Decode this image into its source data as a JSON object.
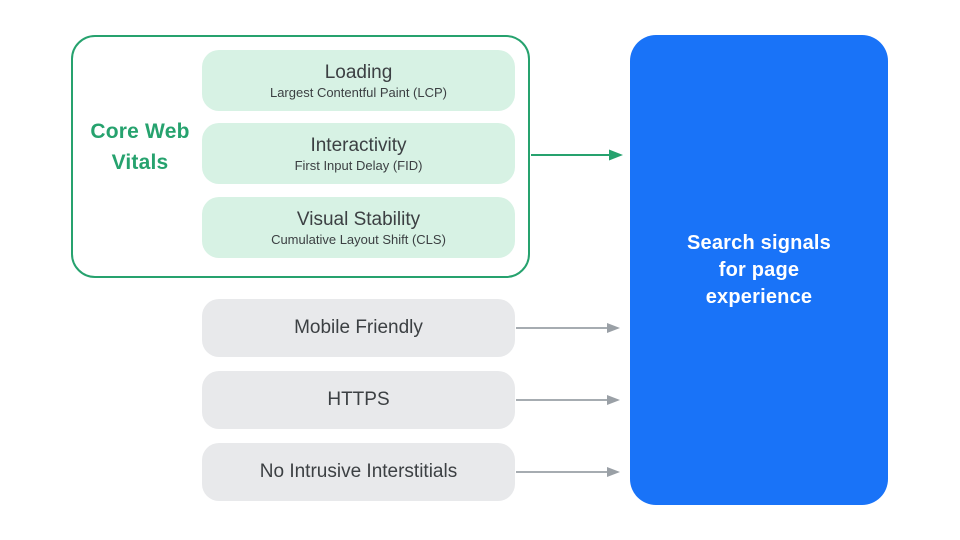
{
  "theme": {
    "green": "#26a26e",
    "green_light": "#d7f2e4",
    "blue": "#1973f8",
    "gray_box": "#e8e9eb",
    "gray_arrow": "#9aa0a6",
    "text_dark": "#3c4043",
    "text_on_blue": "#ffffff"
  },
  "core_web_vitals": {
    "label": "Core Web Vitals",
    "items": [
      {
        "title": "Loading",
        "subtitle": "Largest Contentful Paint (LCP)"
      },
      {
        "title": "Interactivity",
        "subtitle": "First Input Delay (FID)"
      },
      {
        "title": "Visual Stability",
        "subtitle": "Cumulative Layout Shift (CLS)"
      }
    ]
  },
  "other_signals": [
    {
      "label": "Mobile Friendly"
    },
    {
      "label": "HTTPS"
    },
    {
      "label": "No Intrusive Interstitials"
    }
  ],
  "result": {
    "label": "Search signals for page experience"
  }
}
